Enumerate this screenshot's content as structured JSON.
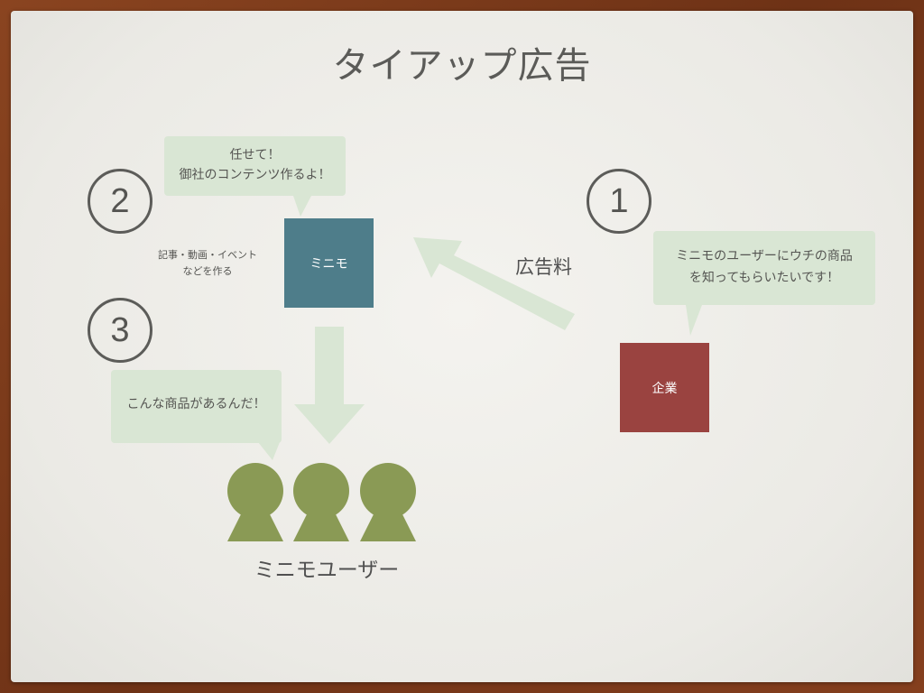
{
  "title": "タイアップ広告",
  "steps": {
    "one": "1",
    "two": "2",
    "three": "3"
  },
  "bubbles": {
    "minimo_speech": [
      "任せて！",
      "御社のコンテンツ作るよ！"
    ],
    "company_speech": [
      "ミニモのユーザーにウチの商品",
      "を知ってもらいたいです！"
    ],
    "user_speech": [
      "こんな商品があるんだ！"
    ]
  },
  "boxes": {
    "minimo": {
      "label": "ミニモ",
      "color": "#4e7d8a"
    },
    "company": {
      "label": "企業",
      "color": "#9a4340"
    }
  },
  "content_note": [
    "記事・動画・イベント",
    "などを作る"
  ],
  "arrow_label": "広告料",
  "users_label": "ミニモユーザー",
  "colors": {
    "bubble": "#d9e6d4",
    "arrow": "#d9e6d4",
    "user_figure": "#8a9a55"
  }
}
